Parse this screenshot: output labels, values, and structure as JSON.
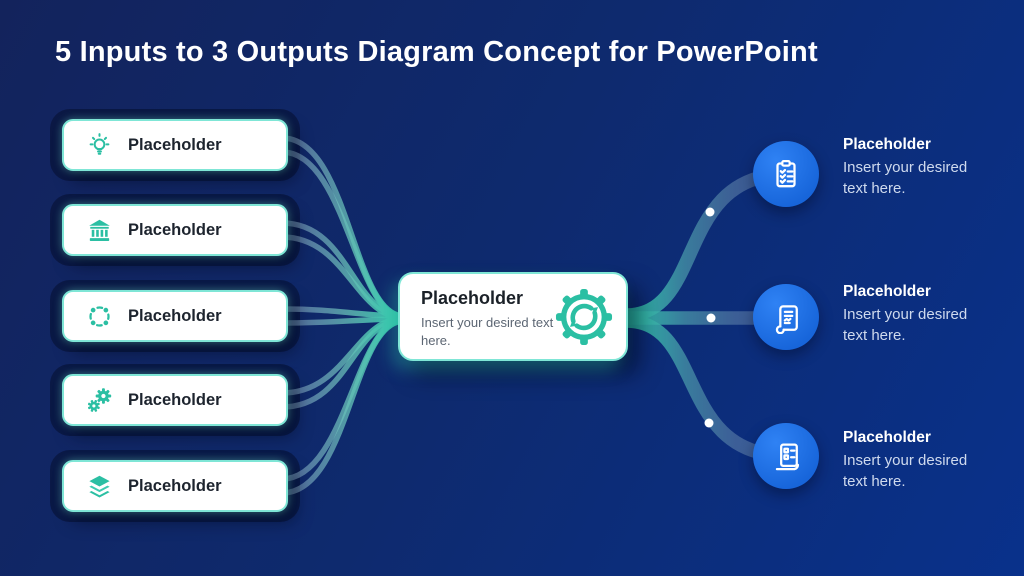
{
  "slide": {
    "title": "5 Inputs to 3 Outputs Diagram Concept for PowerPoint"
  },
  "colors": {
    "background_top": "#13235c",
    "background_bottom": "#09318b",
    "accent_teal": "#2bbfa3",
    "box_border_glow": "#7fe6d6",
    "output_circle_blue": "#1a6ce6",
    "title_text": "#ffffff",
    "input_label_text": "#1d242e",
    "center_body_text": "#5c6673",
    "output_body_text": "#cfdaee",
    "connector_gray": "#8fa6c8"
  },
  "inputs": [
    {
      "label": "Placeholder",
      "icon": "lightbulb-icon"
    },
    {
      "label": "Placeholder",
      "icon": "bank-icon"
    },
    {
      "label": "Placeholder",
      "icon": "dotted-circle-icon"
    },
    {
      "label": "Placeholder",
      "icon": "gears-icon"
    },
    {
      "label": "Placeholder",
      "icon": "layers-icon"
    }
  ],
  "center": {
    "title": "Placeholder",
    "body": "Insert your desired text here.",
    "icon": "gear-sync-icon"
  },
  "outputs": [
    {
      "title": "Placeholder",
      "body": "Insert your desired text here.",
      "icon": "clipboard-checklist-icon"
    },
    {
      "title": "Placeholder",
      "body": "Insert your desired text here.",
      "icon": "scroll-document-icon"
    },
    {
      "title": "Placeholder",
      "body": "Insert your desired text here.",
      "icon": "form-document-icon"
    }
  ]
}
